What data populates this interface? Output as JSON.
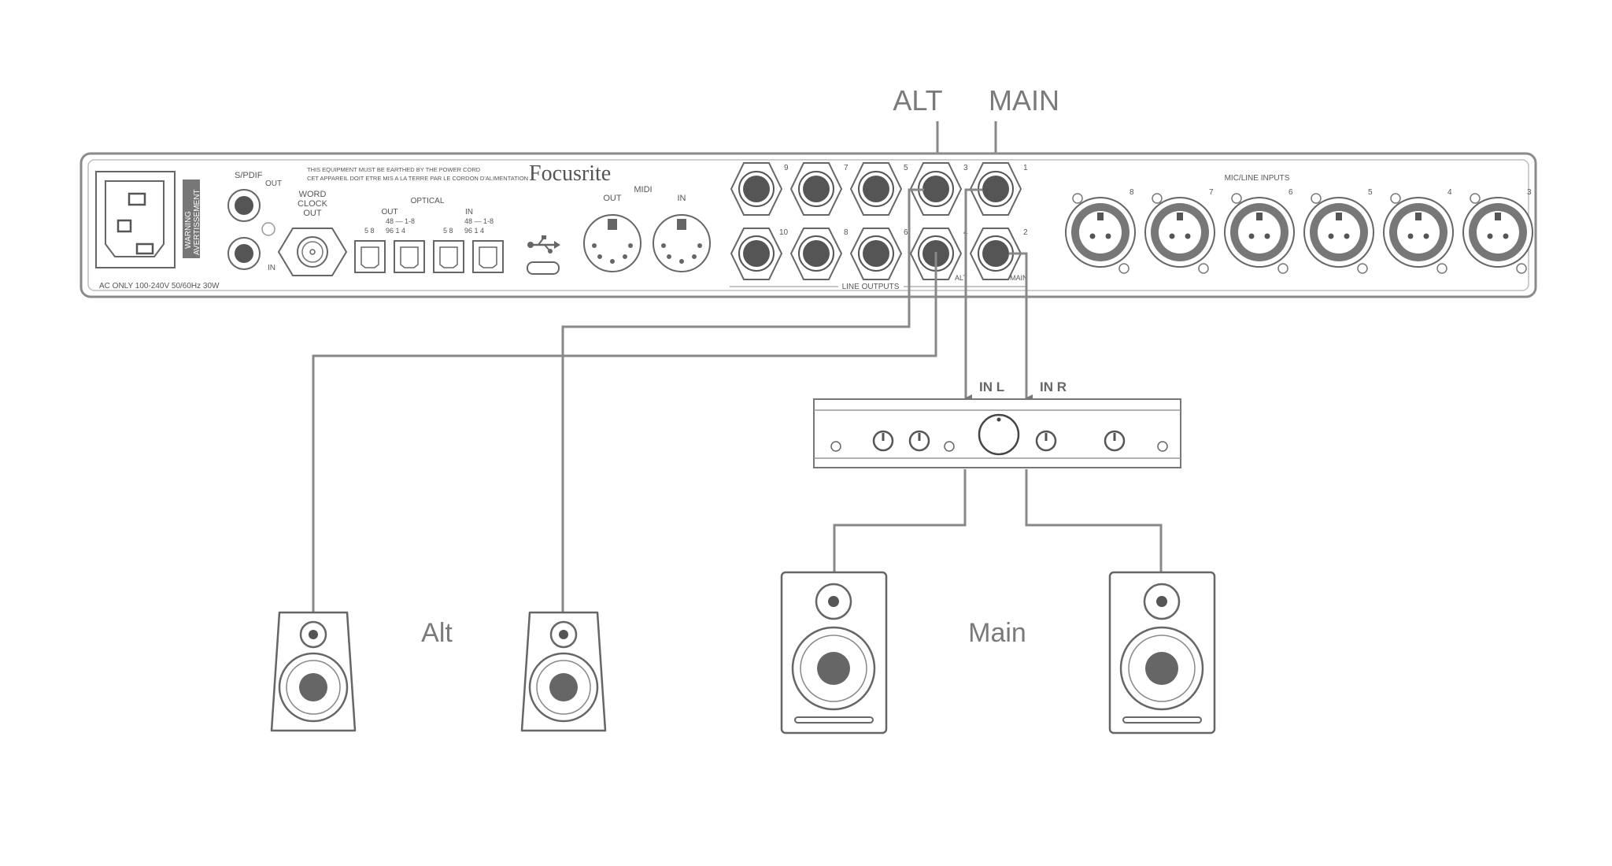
{
  "labels": {
    "alt_top": "ALT",
    "main_top": "MAIN",
    "alt_speakers": "Alt",
    "main_speakers": "Main",
    "in_l": "IN L",
    "in_r": "IN R"
  },
  "interface": {
    "brand": "Focusrite",
    "ac_label": "AC ONLY 100-240V  50/60Hz 30W",
    "warning_1": "WARNING",
    "warning_2": "AVERTISSEMENT",
    "notice_1": "THIS EQUIPMENT MUST BE EARTHED BY THE POWER CORD",
    "notice_2": "CET APPAREIL DOIT ETRE MIS A LA TERRE PAR LE CORDON D'ALIMENTATION",
    "spdif": "S/PDIF",
    "spdif_out": "OUT",
    "spdif_in": "IN",
    "word_clock_1": "WORD",
    "word_clock_2": "CLOCK",
    "word_clock_3": "OUT",
    "optical": "OPTICAL",
    "optical_out": "OUT",
    "optical_in": "IN",
    "optical_rates_48": "48 — 1-8",
    "optical_rates_96": "96   1 4",
    "optical_58": "5 8",
    "midi": "MIDI",
    "midi_out": "OUT",
    "midi_in": "IN",
    "line_outputs": "LINE OUTPUTS",
    "jack_alt": "ALT",
    "jack_main": "MAIN",
    "mic_line_inputs": "MIC/LINE INPUTS",
    "line_out_top_numbers": [
      "9",
      "7",
      "5",
      "3",
      "1"
    ],
    "line_out_bottom_numbers": [
      "10",
      "8",
      "6",
      "4",
      "2"
    ],
    "mic_numbers": [
      "8",
      "7",
      "6",
      "5",
      "4",
      "3"
    ]
  },
  "colors": {
    "line": "#888888",
    "stroke": "#777777",
    "fill_dark": "#555555",
    "text": "#7a7a7a"
  }
}
